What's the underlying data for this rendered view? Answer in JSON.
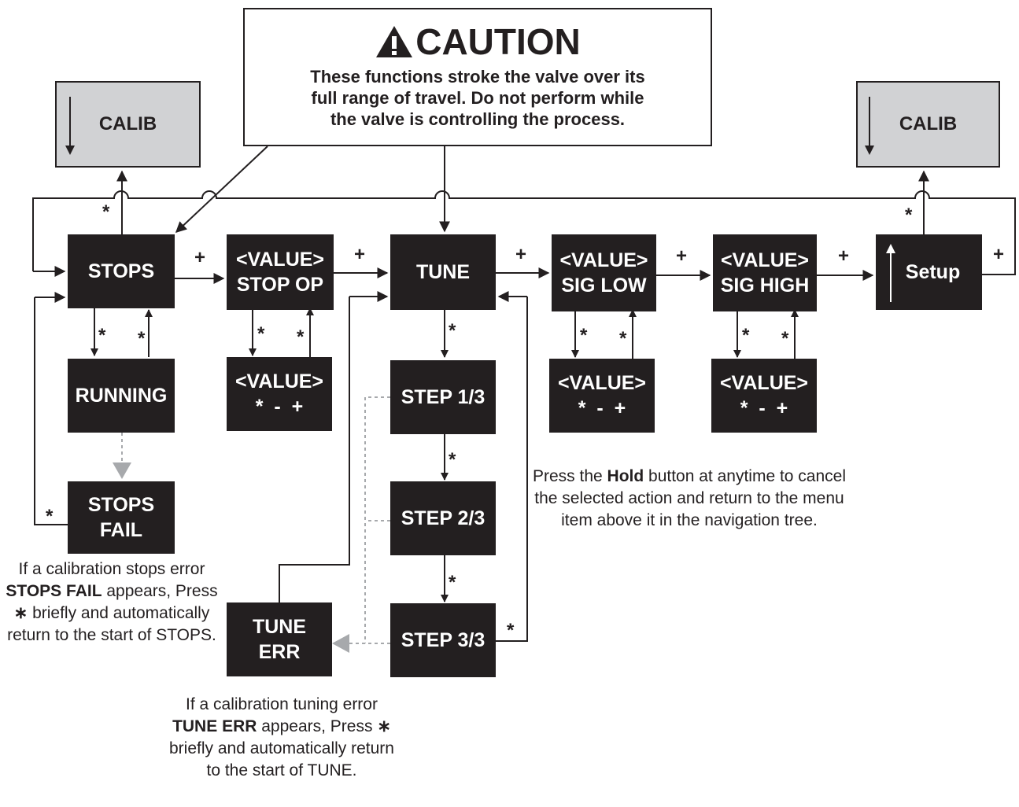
{
  "caution": {
    "title": "CAUTION",
    "lines": [
      "These functions stroke the valve over its",
      "full range of travel.  Do not perform while",
      "the valve is controlling the process."
    ]
  },
  "calib_left": {
    "label": "CALIB"
  },
  "calib_right": {
    "label": "CALIB"
  },
  "menu": {
    "stops": "STOPS",
    "stop_op": {
      "line1": "<VALUE>",
      "line2": "STOP OP"
    },
    "tune": "TUNE",
    "sig_low": {
      "line1": "<VALUE>",
      "line2": "SIG LOW"
    },
    "sig_high": {
      "line1": "<VALUE>",
      "line2": "SIG HIGH"
    },
    "setup": "Setup"
  },
  "sub": {
    "running": "RUNNING",
    "stops_fail": {
      "line1": "STOPS",
      "line2": "FAIL"
    },
    "stop_op_value": {
      "line1": "<VALUE>",
      "line2": "*  -  +"
    },
    "step1": "STEP 1/3",
    "step2": "STEP 2/3",
    "step3": "STEP 3/3",
    "tune_err": {
      "line1": "TUNE",
      "line2": "ERR"
    },
    "sig_low_value": {
      "line1": "<VALUE>",
      "line2": "*  -  +"
    },
    "sig_high_value": {
      "line1": "<VALUE>",
      "line2": "*  -  +"
    }
  },
  "symbols": {
    "star": "*",
    "plus": "+"
  },
  "notes": {
    "hold": {
      "pre": "Press the ",
      "bold": "Hold",
      "post": " button at anytime to cancel the selected action and return to the menu item above it in the navigation tree."
    },
    "stops_fail": {
      "pre": "If a calibration stops error ",
      "bold": "STOPS FAIL",
      "post1": " appears, Press ",
      "star": "∗",
      "post2": " briefly and automatically return to the start of STOPS."
    },
    "tune_err": {
      "pre": "If a calibration tuning error ",
      "bold": "TUNE ERR",
      "post1": " appears, Press ",
      "star": "∗",
      "post2": " briefly and automatically return to the start of TUNE."
    }
  },
  "colors": {
    "box": "#231f20",
    "calib_fill": "#d1d2d4",
    "dotted": "#a7a9ac"
  }
}
